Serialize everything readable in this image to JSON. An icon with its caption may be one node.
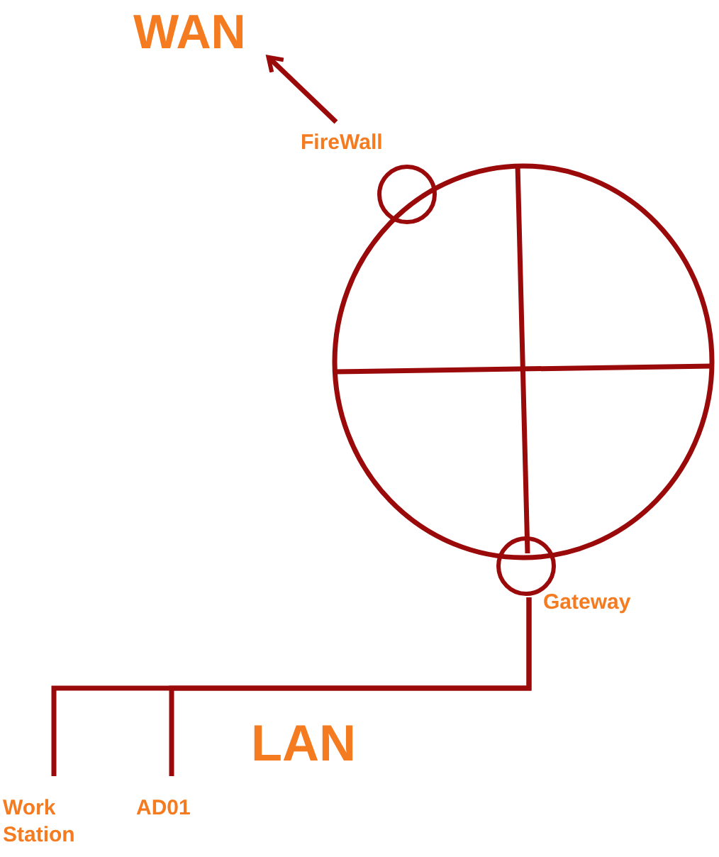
{
  "diagram": {
    "nodes": [
      {
        "text": [
          "WAN"
        ]
      },
      {
        "text": [
          "FireWall"
        ]
      },
      {
        "text": [],
        "shape": "circle"
      },
      {
        "text": [
          "Gateway"
        ]
      },
      {
        "text": [
          "Work Station"
        ]
      },
      {
        "text": [
          "AD01"
        ]
      }
    ],
    "edges": [
      {
        "from": 1,
        "to": 0,
        "arrow": "to"
      },
      {
        "from": 3,
        "to": 4,
        "arrow": "none"
      },
      {
        "from": 3,
        "to": 5,
        "arrow": "none"
      }
    ],
    "labels": [
      "LAN"
    ]
  }
}
